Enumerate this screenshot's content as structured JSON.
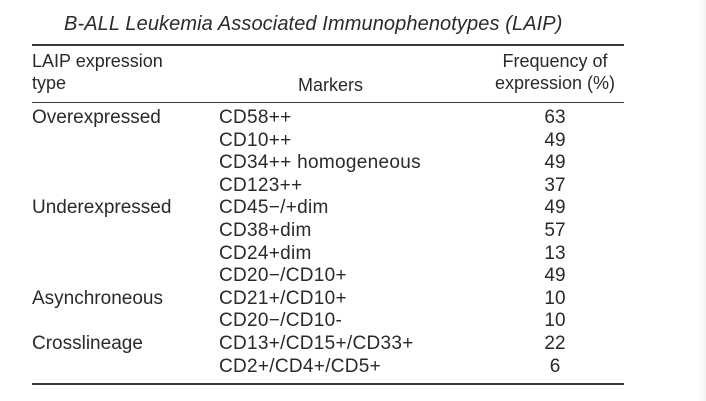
{
  "table": {
    "caption": "B-ALL Leukemia Associated Immunophenotypes (LAIP)",
    "headers": {
      "type_line1": "LAIP expression",
      "type_line2": "type",
      "markers": "Markers",
      "freq_line1": "Frequency of",
      "freq_line2": "expression (%)"
    },
    "rows": [
      {
        "type": "Overexpressed",
        "marker": "CD58++",
        "freq": "63"
      },
      {
        "type": "",
        "marker": "CD10++",
        "freq": "49"
      },
      {
        "type": "",
        "marker": "CD34++ homogeneous",
        "freq": "49"
      },
      {
        "type": "",
        "marker": "CD123++",
        "freq": "37"
      },
      {
        "type": "Underexpressed",
        "marker": "CD45−/+dim",
        "freq": "49"
      },
      {
        "type": "",
        "marker": "CD38+dim",
        "freq": "57"
      },
      {
        "type": "",
        "marker": "CD24+dim",
        "freq": "13"
      },
      {
        "type": "",
        "marker": "CD20−/CD10+",
        "freq": "49"
      },
      {
        "type": "Asynchroneous",
        "marker": "CD21+/CD10+",
        "freq": "10"
      },
      {
        "type": "",
        "marker": "CD20−/CD10-",
        "freq": "10"
      },
      {
        "type": "Crosslineage",
        "marker": "CD13+/CD15+/CD33+",
        "freq": "22"
      },
      {
        "type": "",
        "marker": "CD2+/CD4+/CD5+",
        "freq": "6"
      }
    ]
  }
}
